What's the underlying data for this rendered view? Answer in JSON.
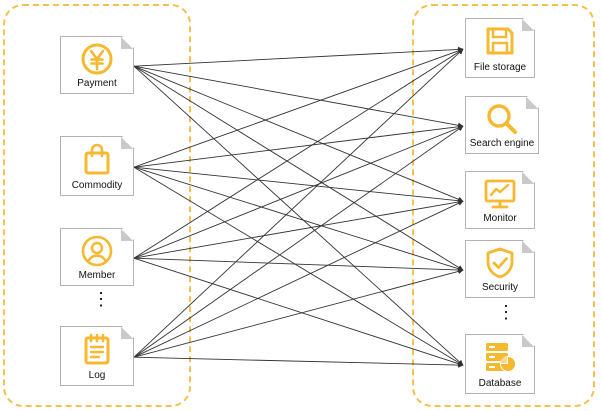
{
  "colors": {
    "accent": "#f5b82e",
    "group_border": "#f2c14e",
    "edge": "#333333"
  },
  "sources": [
    {
      "id": "payment",
      "label": "Payment",
      "icon": "yen-coin-icon"
    },
    {
      "id": "commodity",
      "label": "Commodity",
      "icon": "shopping-bag-icon"
    },
    {
      "id": "member",
      "label": "Member",
      "icon": "user-icon"
    },
    {
      "id": "log",
      "label": "Log",
      "icon": "notepad-icon"
    }
  ],
  "targets": [
    {
      "id": "file",
      "label": "File storage",
      "icon": "floppy-disk-icon"
    },
    {
      "id": "search",
      "label": "Search engine",
      "icon": "magnifier-icon"
    },
    {
      "id": "monitor",
      "label": "Monitor",
      "icon": "monitor-chart-icon"
    },
    {
      "id": "security",
      "label": "Security",
      "icon": "shield-check-icon"
    },
    {
      "id": "database",
      "label": "Database",
      "icon": "database-server-icon"
    }
  ],
  "ellipsis": {
    "left": "⋮",
    "right": "⋮"
  }
}
